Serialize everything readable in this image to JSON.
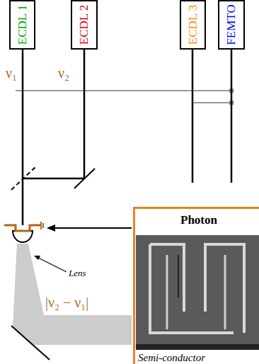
{
  "diagram": {
    "nodes": [
      {
        "text": [
          "ECDL 1"
        ]
      },
      {
        "text": [
          "ECDL 2"
        ]
      },
      {
        "text": [
          "ECDL 3"
        ]
      },
      {
        "text": [
          "FEMTO"
        ]
      },
      {
        "text": [
          "Photon",
          "Semi-conductor"
        ]
      }
    ],
    "labels": [
      "ν₁",
      "ν₂",
      "Lens",
      "|ν₂ − ν₁|"
    ]
  }
}
